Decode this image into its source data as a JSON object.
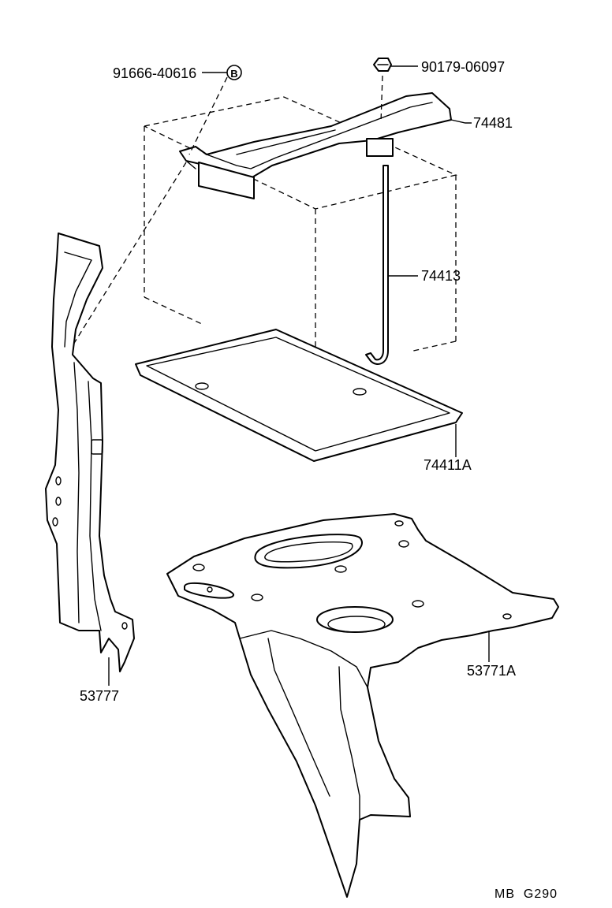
{
  "parts": {
    "bolt": "91666-40616",
    "bolt_marker": "B",
    "nut": "90179-06097",
    "hold_down_clamp": "74481",
    "hold_down_rod": "74413",
    "battery_tray": "74411A",
    "side_bracket": "53777",
    "carrier_panel": "53771A"
  },
  "footer": {
    "code": "MB  G290"
  }
}
